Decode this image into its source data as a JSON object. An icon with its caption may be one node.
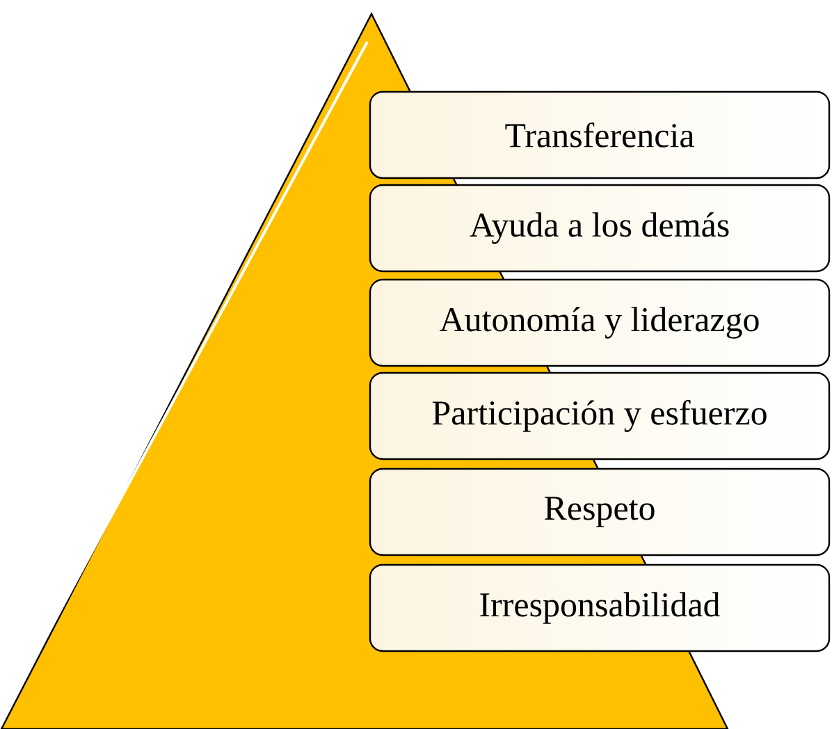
{
  "diagram": {
    "nodes": [
      {
        "text": [
          "Transferencia"
        ]
      },
      {
        "text": [
          "Ayuda a los demás"
        ]
      },
      {
        "text": [
          "Autonomía y liderazgo"
        ]
      },
      {
        "text": [
          "Participación y esfuerzo"
        ]
      },
      {
        "text": [
          "Respeto"
        ]
      },
      {
        "text": [
          "Irresponsabilidad"
        ]
      }
    ]
  }
}
